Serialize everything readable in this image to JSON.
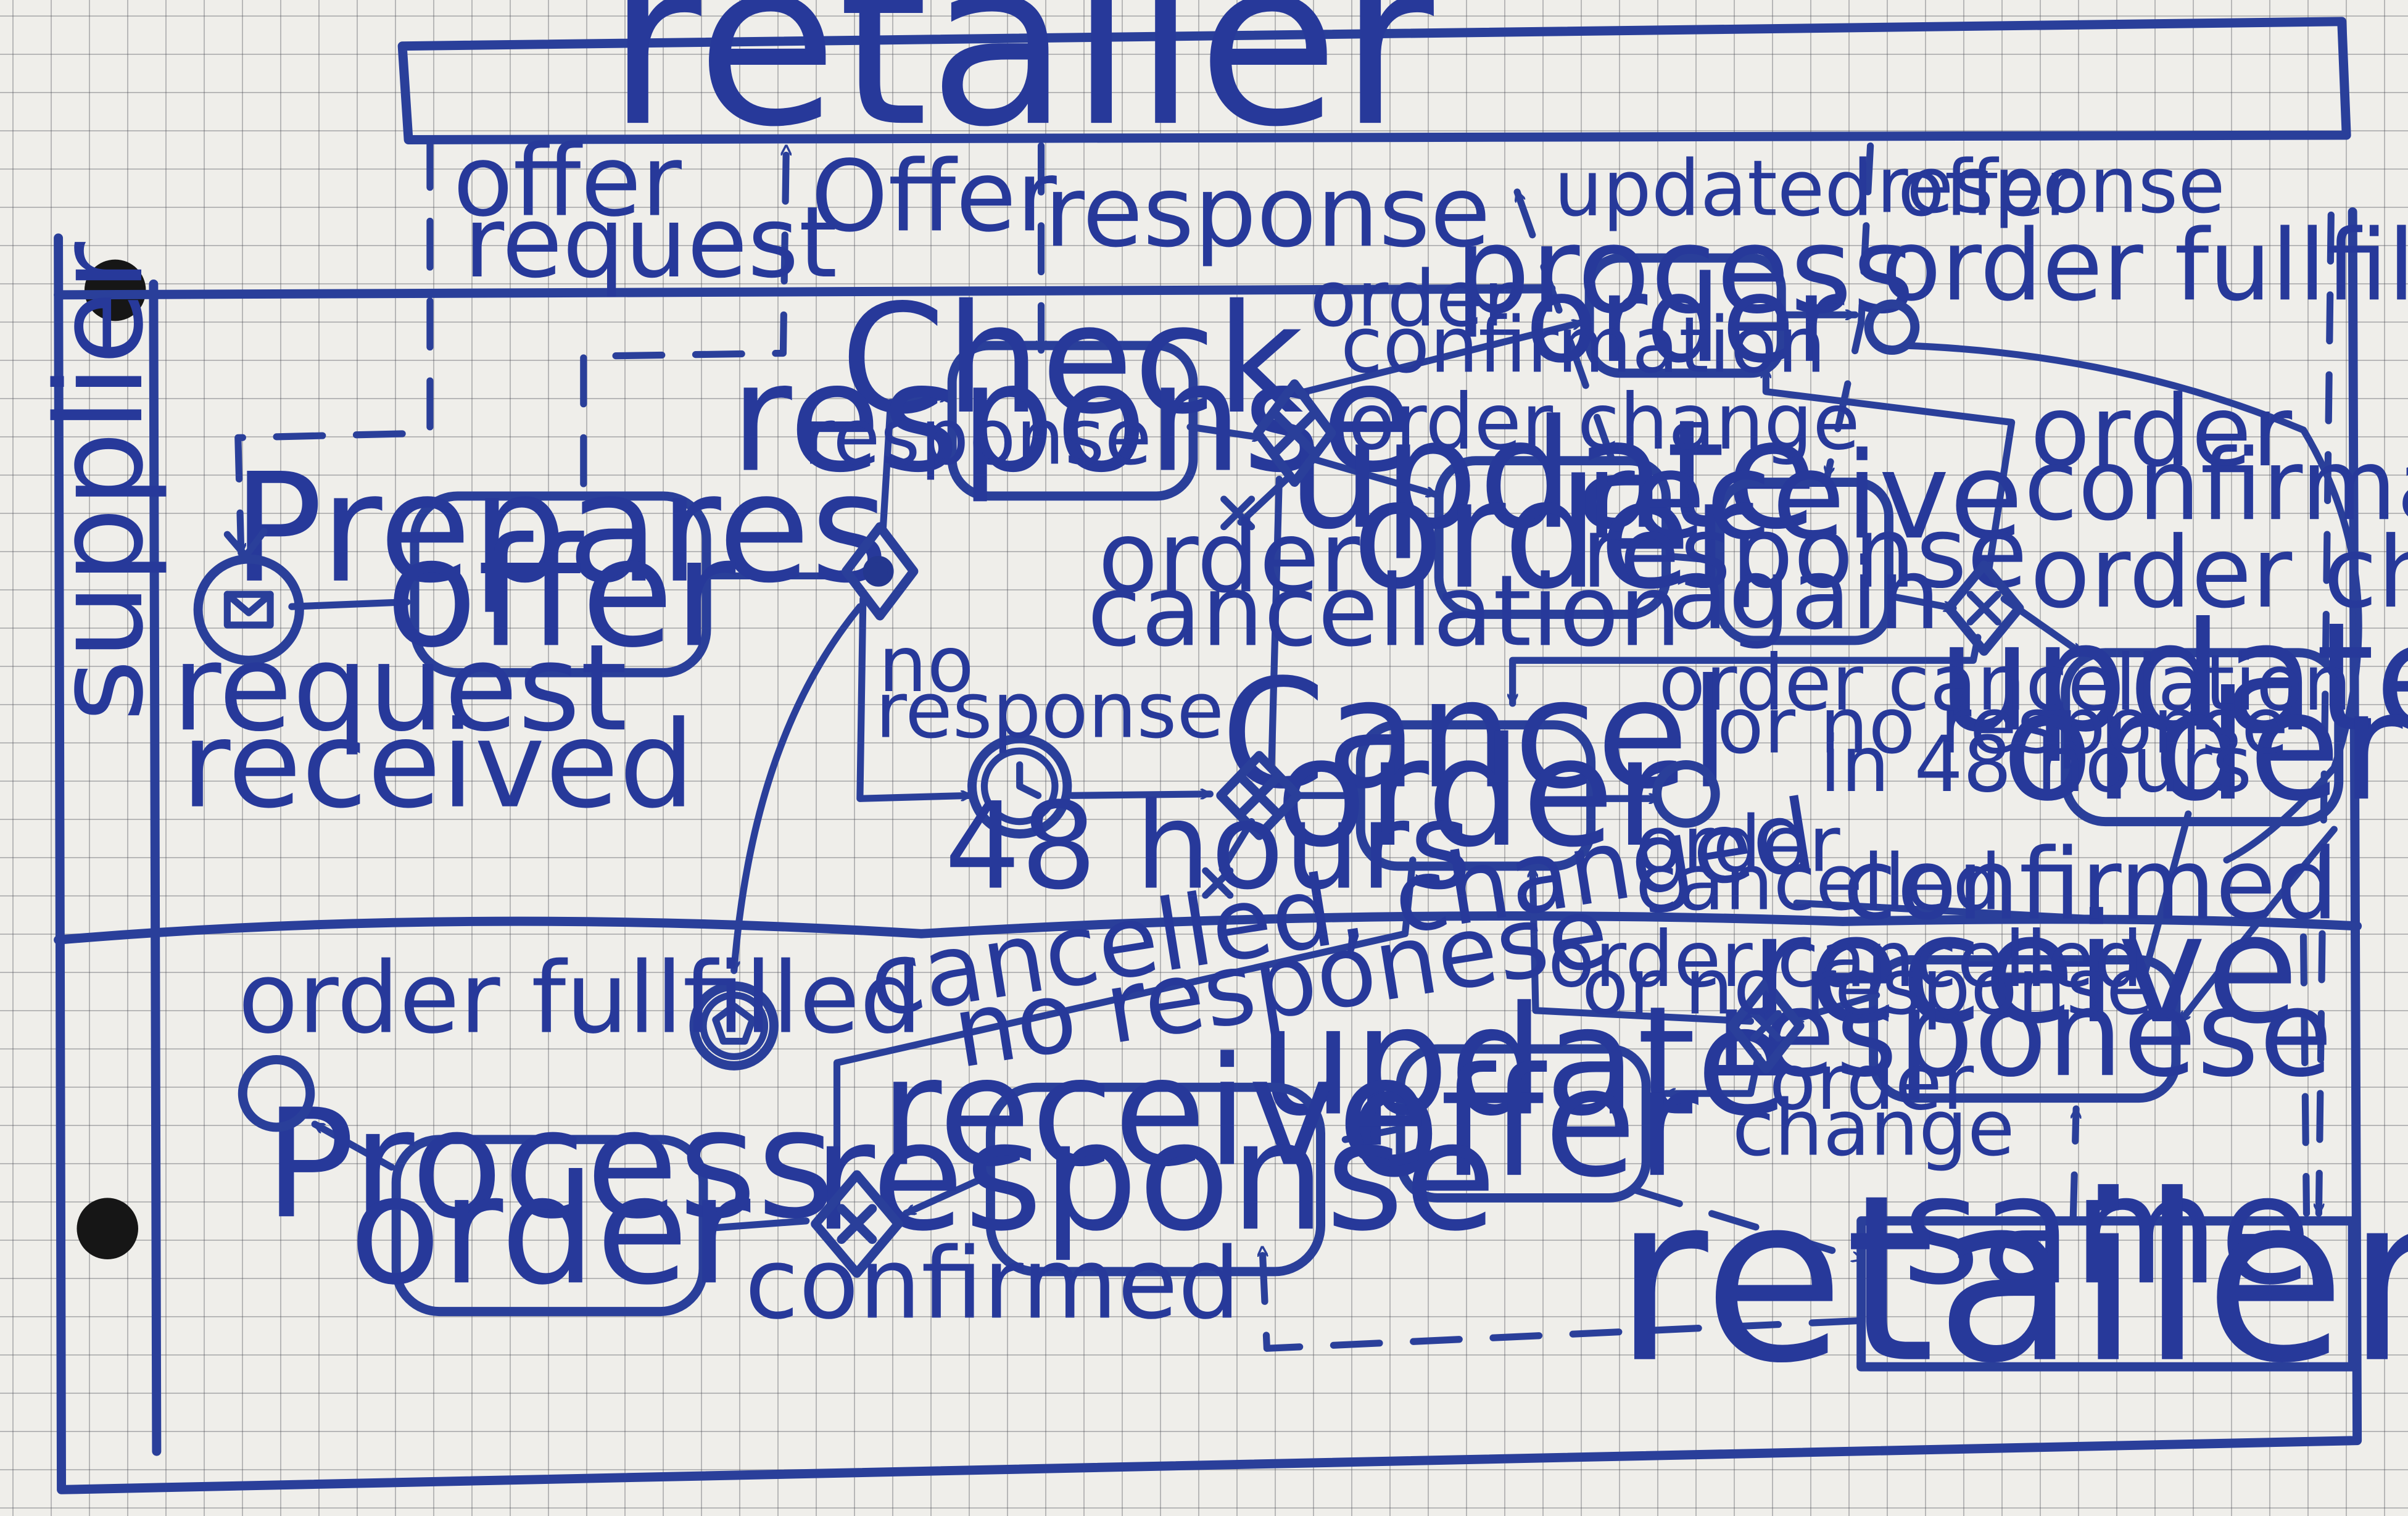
{
  "diagram": {
    "pools": {
      "retailer": "retailer",
      "supplier": "supplier",
      "same_retailer_line1": "same",
      "same_retailer_line2": "retailer"
    },
    "messages": {
      "offer_request_1": "offer",
      "offer_request_2": "request",
      "offer": "Offer",
      "response": "response",
      "updated_offer": "updated offer",
      "response2": "response"
    },
    "events": {
      "request_received_1": "request",
      "request_received_2": "received",
      "order_fullfilled_top": "order fullfilled",
      "timer": "48 hours",
      "order_cancelled_1": "order",
      "order_cancelled_2": "cancelled",
      "order_fullfilled_bottom": "order fullfilled"
    },
    "tasks": {
      "prepares_offer_1": "Prepares",
      "prepares_offer_2": "offer",
      "check_response_1": "Check",
      "check_response_2": "response",
      "process_order_top_1": "process",
      "process_order_top_2": "order",
      "update_order_1_1": "update",
      "update_order_1_2": "order",
      "receive_again_1": "receive",
      "receive_again_2": "response",
      "receive_again_3": "again",
      "update_order_2_1": "update",
      "update_order_2_2": "order",
      "cancel_order_1": "Cancel",
      "cancel_order_2": "order",
      "receive_responese_1": "receive",
      "receive_responese_2": "responese",
      "update_offer_1": "update",
      "update_offer_2": "offer",
      "receive_response_1": "receive",
      "receive_response_2": "response",
      "process_order_bottom_1": "Process",
      "process_order_bottom_2": "order"
    },
    "flow_labels": {
      "response": "response",
      "no_response_1": "no",
      "no_response_2": "response",
      "order_confirmation_1_1": "order",
      "order_confirmation_1_2": "confirmation",
      "order_change_1": "order change",
      "order_cancellation_1": "order",
      "order_cancellation_2": "cancellation",
      "order_confirmation_2_1": "order",
      "order_confirmation_2_2": "confirmation",
      "order_change_2": "order change",
      "cancellation_long_1": "order cancellation",
      "cancellation_long_2": "or no response",
      "cancellation_long_3": "in 48 hours",
      "confirmed_top": "confirmed",
      "cancelled_changed": "cancelled, changed",
      "no_responese": "no responese",
      "order_cancelled_or_no_1": "order cancelled",
      "order_cancelled_or_no_2": "or no response",
      "order_change_3_1": "order",
      "order_change_3_2": "change",
      "confirmed_bottom": "confirmed"
    }
  }
}
